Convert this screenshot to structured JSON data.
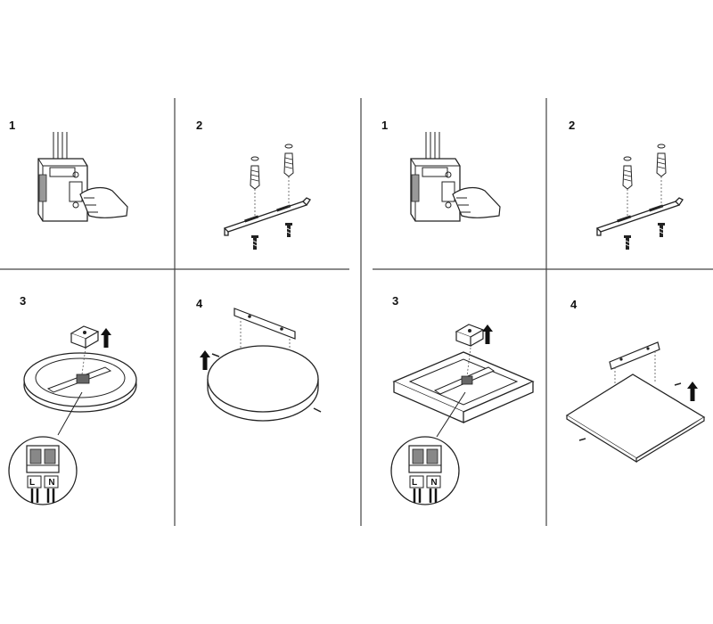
{
  "left_panel": {
    "steps": [
      {
        "number": "1"
      },
      {
        "number": "2"
      },
      {
        "number": "3",
        "terminal_labels": [
          "L",
          "N"
        ]
      },
      {
        "number": "4"
      }
    ]
  },
  "right_panel": {
    "steps": [
      {
        "number": "1"
      },
      {
        "number": "2"
      },
      {
        "number": "3",
        "terminal_labels": [
          "L",
          "N"
        ]
      },
      {
        "number": "4"
      }
    ]
  },
  "icons": [
    "breaker-switch-icon",
    "hand-icon",
    "mounting-bracket-icon",
    "screw-icon",
    "wall-plug-icon",
    "terminal-block-icon",
    "up-arrow-icon",
    "round-ceiling-light-icon",
    "square-ceiling-light-icon"
  ]
}
